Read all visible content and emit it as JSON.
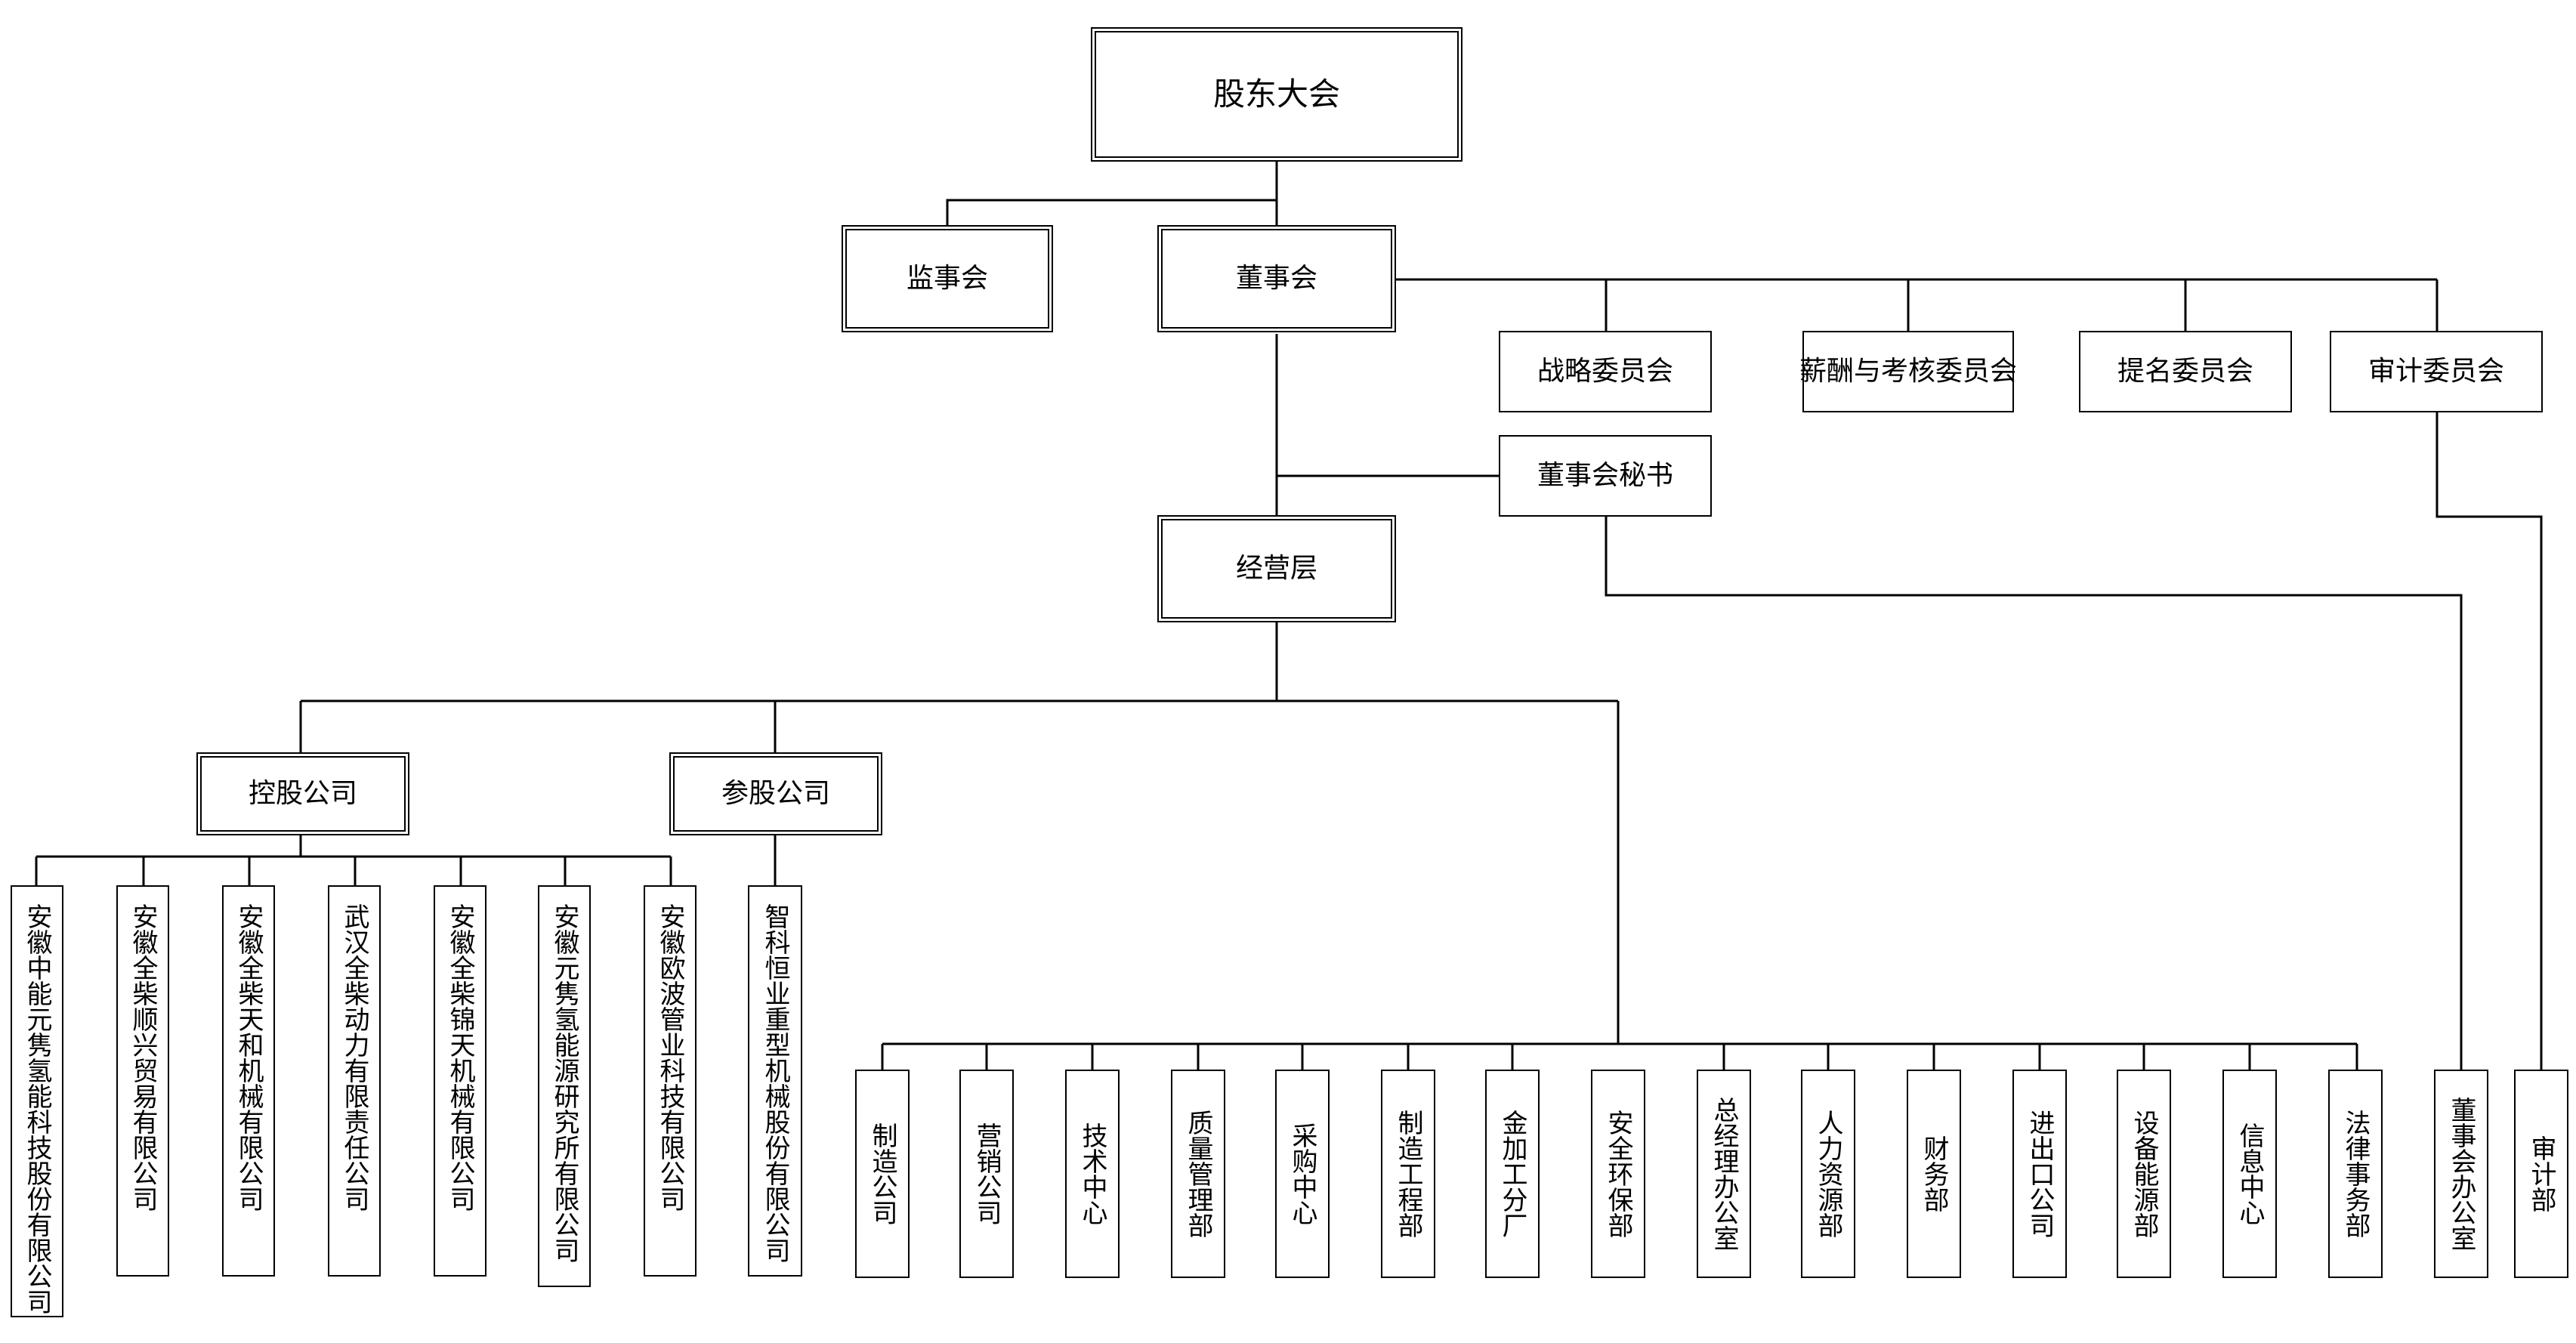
{
  "top": {
    "shareholders": "股东大会",
    "supervisory_board": "监事会",
    "board": "董事会",
    "management": "经营层",
    "board_secretary": "董事会秘书"
  },
  "committees": [
    "战略委员会",
    "薪酬与考核委员会",
    "提名委员会",
    "审计委员会"
  ],
  "groups": {
    "holding": "控股公司",
    "participating": "参股公司"
  },
  "holding_companies": [
    "安徽中能元隽氢能科技股份有限公司",
    "安徽全柴顺兴贸易有限公司",
    "安徽全柴天和机械有限公司",
    "武汉全柴动力有限责任公司",
    "安徽全柴锦天机械有限公司",
    "安徽元隽氢能源研究所有限公司",
    "安徽欧波管业科技有限公司"
  ],
  "participating_companies": [
    "智科恒业重型机械股份有限公司"
  ],
  "departments": [
    "制造公司",
    "营销公司",
    "技术中心",
    "质量管理部",
    "采购中心",
    "制造工程部",
    "金加工分厂",
    "安全环保部",
    "总经理办公室",
    "人力资源部",
    "财务部",
    "进出口公司",
    "设备能源部",
    "信息中心",
    "法律事务部"
  ],
  "board_office": "董事会办公室",
  "audit_dept": "审计部"
}
